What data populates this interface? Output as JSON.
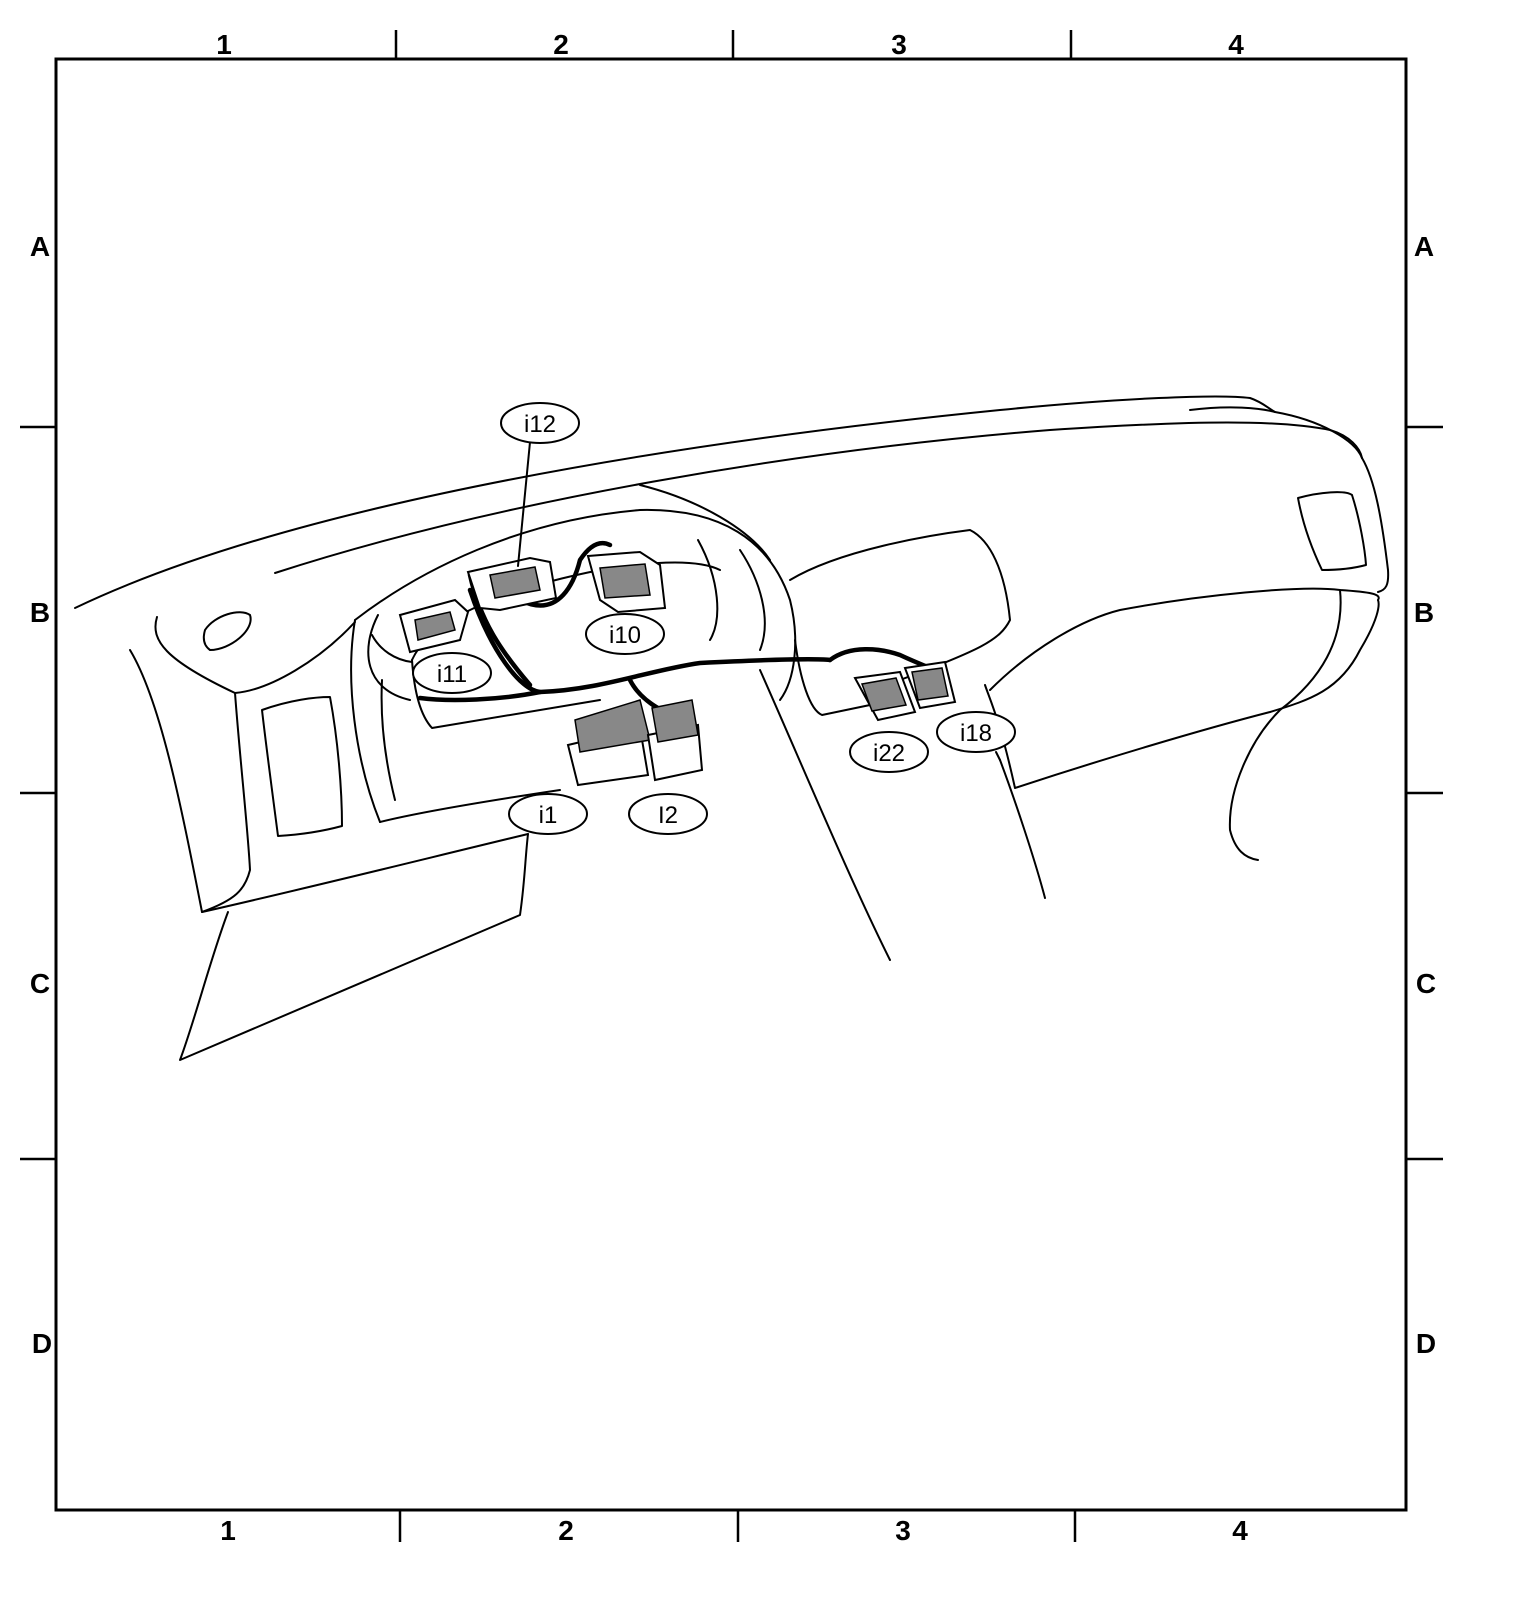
{
  "grid": {
    "columns": [
      "1",
      "2",
      "3",
      "4"
    ],
    "rows": [
      "A",
      "B",
      "C",
      "D"
    ]
  },
  "connectors": [
    {
      "id": "i12",
      "label": "i12"
    },
    {
      "id": "i10",
      "label": "i10"
    },
    {
      "id": "i11",
      "label": "i11"
    },
    {
      "id": "i1",
      "label": "i1"
    },
    {
      "id": "i2",
      "label": "I2"
    },
    {
      "id": "i22",
      "label": "i22"
    },
    {
      "id": "i18",
      "label": "i18"
    }
  ]
}
